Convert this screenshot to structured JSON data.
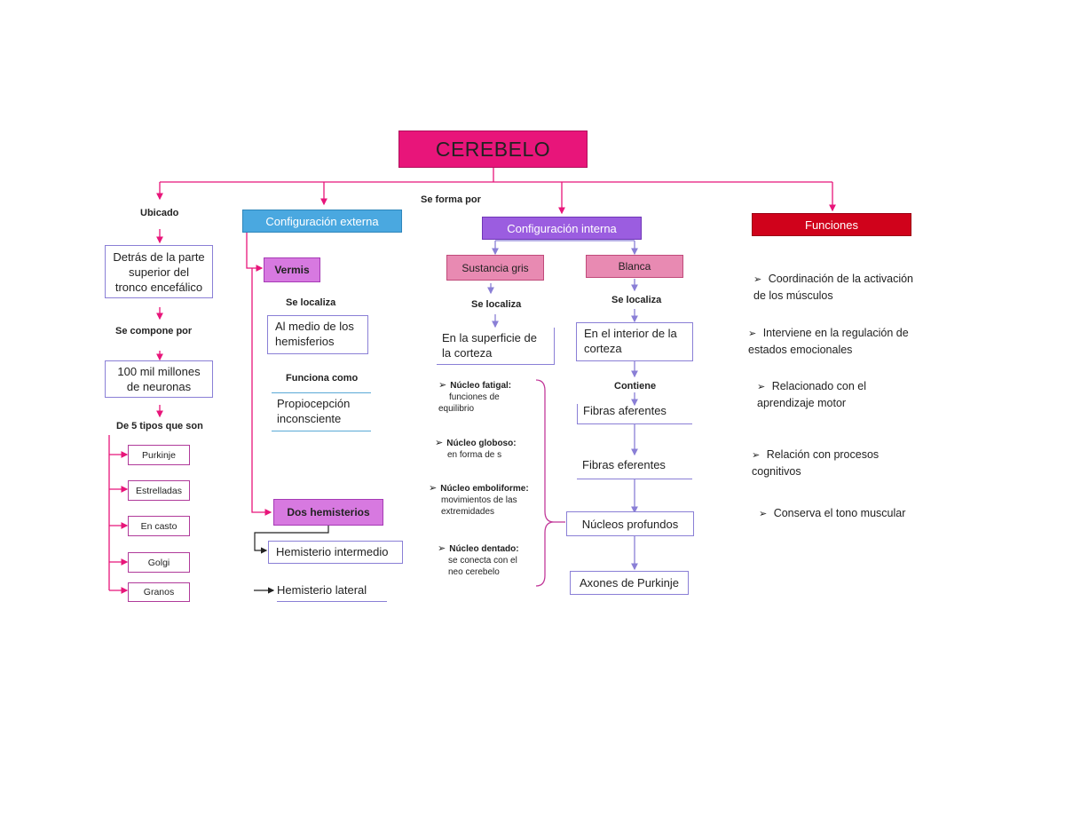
{
  "title": "CEREBELO",
  "connector_label": "Se forma por",
  "left": {
    "ubicado_label": "Ubicado",
    "ubicado_box": "Detrás de la parte superior del tronco encefálico",
    "compone_label": "Se compone por",
    "compone_box": "100 mil millones de neuronas",
    "tipos_label": "De 5 tipos que son",
    "tipos": [
      "Purkinje",
      "Estrelladas",
      "En casto",
      "Golgi",
      "Granos"
    ]
  },
  "externa": {
    "header": "Configuración externa",
    "vermis": "Vermis",
    "localiza_label": "Se localiza",
    "localiza_box": "Al medio de los hemisferios",
    "funciona_label": "Funciona como",
    "funciona_box": "Propiocepción inconsciente",
    "hemisferios": "Dos hemisterios",
    "hemisferio_intermedio": "Hemisterio intermedio",
    "hemisferio_lateral": "Hemisterio lateral"
  },
  "interna": {
    "header": "Configuración interna",
    "gris": "Sustancia gris",
    "gris_localiza_label": "Se localiza",
    "gris_localiza_box": "En la superficie de la corteza",
    "nucleos": [
      {
        "name": "Núcleo fatigal:",
        "desc": "funciones de equilibrio"
      },
      {
        "name": "Núcleo globoso:",
        "desc": "en forma de s"
      },
      {
        "name": "Núcleo emboliforme:",
        "desc": "movimientos de las extremidades"
      },
      {
        "name": "Núcleo dentado:",
        "desc": "se conecta con el neo cerebelo"
      }
    ],
    "blanca": "Blanca",
    "blanca_localiza_label": "Se localiza",
    "blanca_localiza_box": "En el interior de la corteza",
    "contiene_label": "Contiene",
    "fibras_aferentes": "Fibras aferentes",
    "fibras_eferentes": "Fibras eferentes",
    "nucleos_profundos": "Núcleos profundos",
    "axones": "Axones de Purkinje"
  },
  "funciones": {
    "header": "Funciones",
    "items": [
      "Coordinación de la activación de los músculos",
      "Interviene en la regulación de estados emocionales",
      "Relacionado con el aprendizaje motor",
      "Relación con procesos cognitivos",
      "Conserva el tono muscular"
    ]
  },
  "colors": {
    "title_bg": "#e8157a",
    "externa_bg": "#4aa8e0",
    "interna_bg": "#9b5de0",
    "funciones_bg": "#d0021b",
    "connector_pink": "#e8157a",
    "connector_violet": "#8a7fd6"
  }
}
